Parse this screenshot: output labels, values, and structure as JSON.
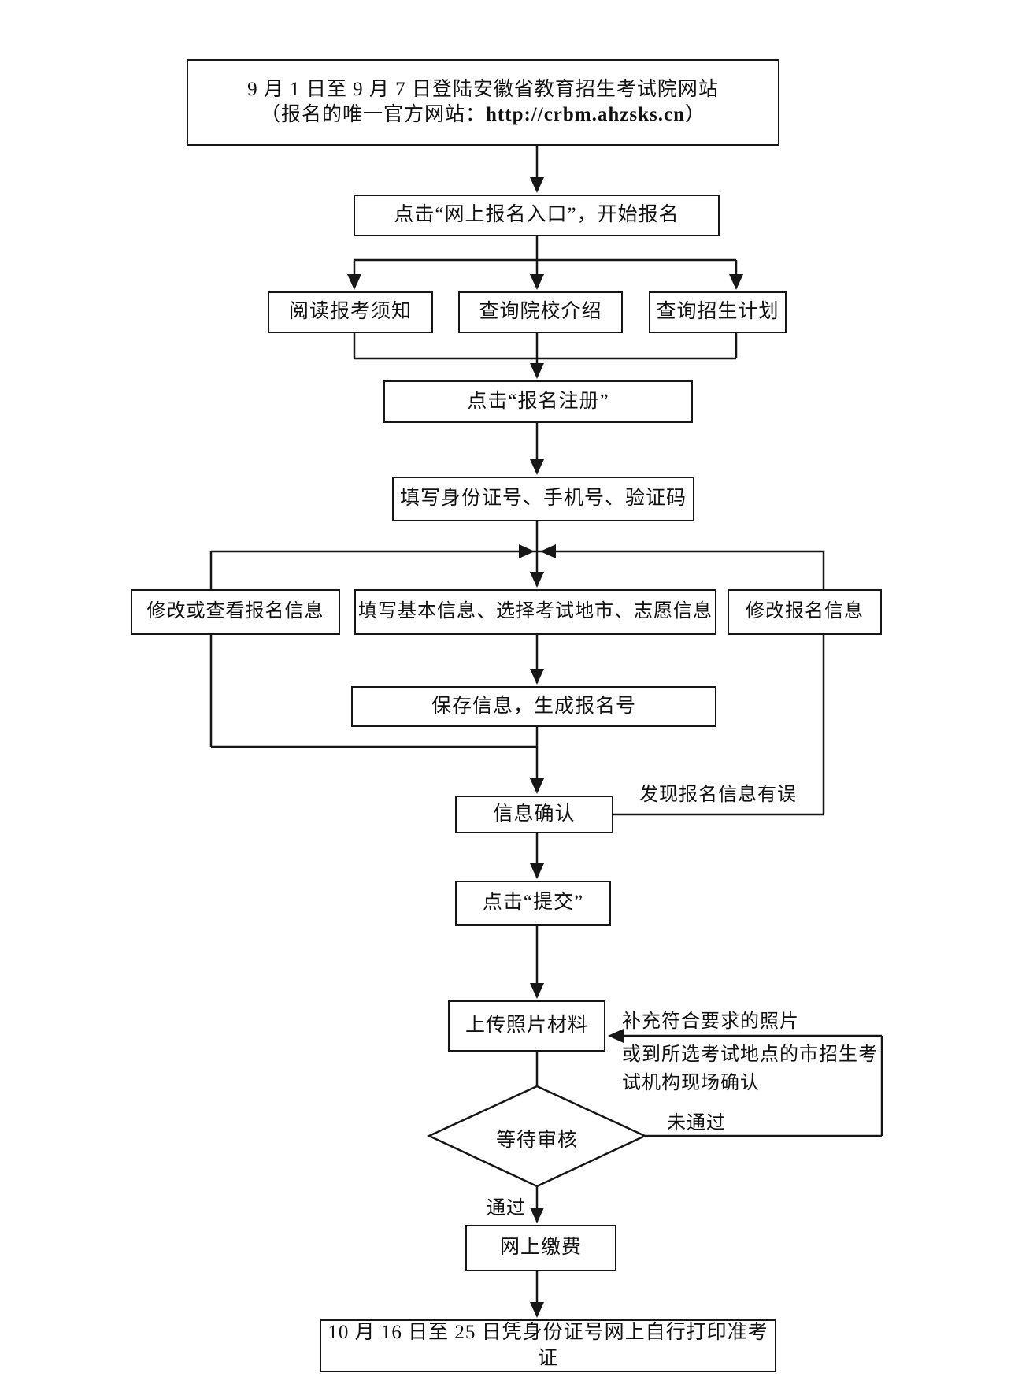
{
  "page": {
    "background": "#ffffff",
    "line_color": "#161616"
  },
  "flowchart": {
    "nodes": {
      "start": {
        "line1": "9 月 1 日至 9 月 7 日登陆安徽省教育招生考试院网站",
        "line2_prefix": "（报名的唯一官方网站：",
        "line2_url": "http://crbm.ahzsks.cn",
        "line2_suffix": "）"
      },
      "click_entry": "点击“网上报名入口”，开始报名",
      "read_notice": "阅读报考须知",
      "query_college": "查询院校介绍",
      "query_plan": "查询招生计划",
      "click_register": "点击“报名注册”",
      "fill_id": "填写身份证号、手机号、验证码",
      "modify_or_view": "修改或查看报名信息",
      "fill_basic": "填写基本信息、选择考试地市、志愿信息",
      "modify_info": "修改报名信息",
      "save_info": "保存信息，生成报名号",
      "confirm_info": "信息确认",
      "click_submit": "点击“提交”",
      "upload_photo": "上传照片材料",
      "wait_review": "等待审核",
      "pay_online": "网上缴费",
      "print_ticket": "10 月 16 日至 25 日凭身份证号网上自行打印准考证"
    },
    "labels": {
      "error_found": "发现报名信息有误",
      "supplement_photo": "补充符合要求的照片",
      "or_onsite_line1": "或到所选考试地点的市招生考",
      "or_onsite_line2": "试机构现场确认",
      "not_passed": "未通过",
      "passed": "通过"
    }
  }
}
